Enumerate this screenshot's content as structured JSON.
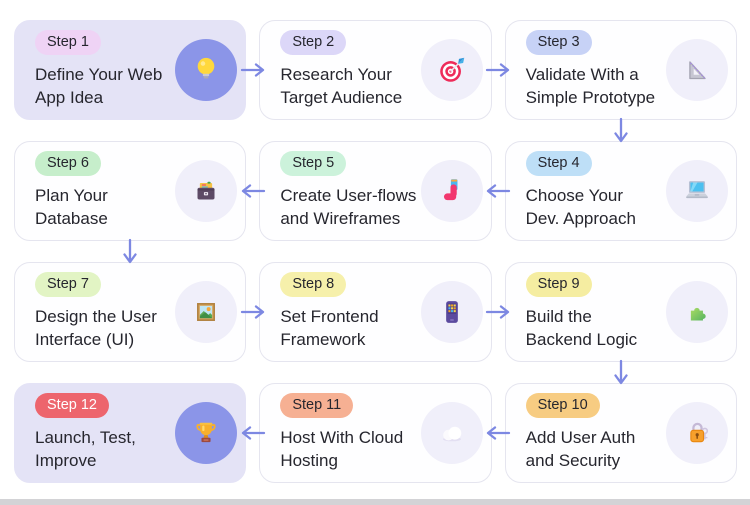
{
  "colors": {
    "arrow": "#7d88e2",
    "card_border": "#e5e5ef",
    "card_bg_default": "#fefeff",
    "card_bg_highlight": "#e4e3f6",
    "circle_bg_default": "#f0effa",
    "circle_bg_highlight": "#8b95e8",
    "title_color": "#26262e"
  },
  "steps": [
    {
      "badge": "Step 1",
      "title": "Define Your Web\nApp Idea",
      "icon": "lightbulb-icon",
      "badge_bg": "#efd3f5",
      "badge_color": "#26262e",
      "highlight": true
    },
    {
      "badge": "Step 2",
      "title": "Research Your\nTarget Audience",
      "icon": "dart-target-icon",
      "badge_bg": "#dcd7f8",
      "badge_color": "#26262e",
      "highlight": false
    },
    {
      "badge": "Step 3",
      "title": "Validate With a\nSimple Prototype",
      "icon": "triangular-ruler-icon",
      "badge_bg": "#c7d2f6",
      "badge_color": "#26262e",
      "highlight": false
    },
    {
      "badge": "Step 6",
      "title": "Plan Your\nDatabase",
      "icon": "card-file-box-icon",
      "badge_bg": "#c6eecb",
      "badge_color": "#26262e",
      "highlight": false
    },
    {
      "badge": "Step 5",
      "title": "Create User-flows\nand Wireframes",
      "icon": "selfie-icon",
      "badge_bg": "#ccf2db",
      "badge_color": "#26262e",
      "highlight": false
    },
    {
      "badge": "Step 4",
      "title": "Choose Your\nDev. Approach",
      "icon": "laptop-icon",
      "badge_bg": "#bedff7",
      "badge_color": "#26262e",
      "highlight": false
    },
    {
      "badge": "Step 7",
      "title": "Design the User\nInterface (UI)",
      "icon": "framed-picture-icon",
      "badge_bg": "#e2f4c4",
      "badge_color": "#26262e",
      "highlight": false
    },
    {
      "badge": "Step 8",
      "title": "Set Frontend\nFramework",
      "icon": "mobile-phone-icon",
      "badge_bg": "#f6f0ab",
      "badge_color": "#26262e",
      "highlight": false
    },
    {
      "badge": "Step 9",
      "title": "Build the\nBackend Logic",
      "icon": "puzzle-piece-icon",
      "badge_bg": "#f5eda1",
      "badge_color": "#26262e",
      "highlight": false
    },
    {
      "badge": "Step 12",
      "title": "Launch, Test,\nImprove",
      "icon": "trophy-icon",
      "badge_bg": "#ed656d",
      "badge_color": "#ffffff",
      "highlight": true
    },
    {
      "badge": "Step 11",
      "title": "Host With Cloud\nHosting",
      "icon": "cloud-icon",
      "badge_bg": "#f6b093",
      "badge_color": "#26262e",
      "highlight": false
    },
    {
      "badge": "Step 10",
      "title": "Add User Auth\nand Security",
      "icon": "locked-with-key-icon",
      "badge_bg": "#f7cc82",
      "badge_color": "#26262e",
      "highlight": false
    }
  ]
}
